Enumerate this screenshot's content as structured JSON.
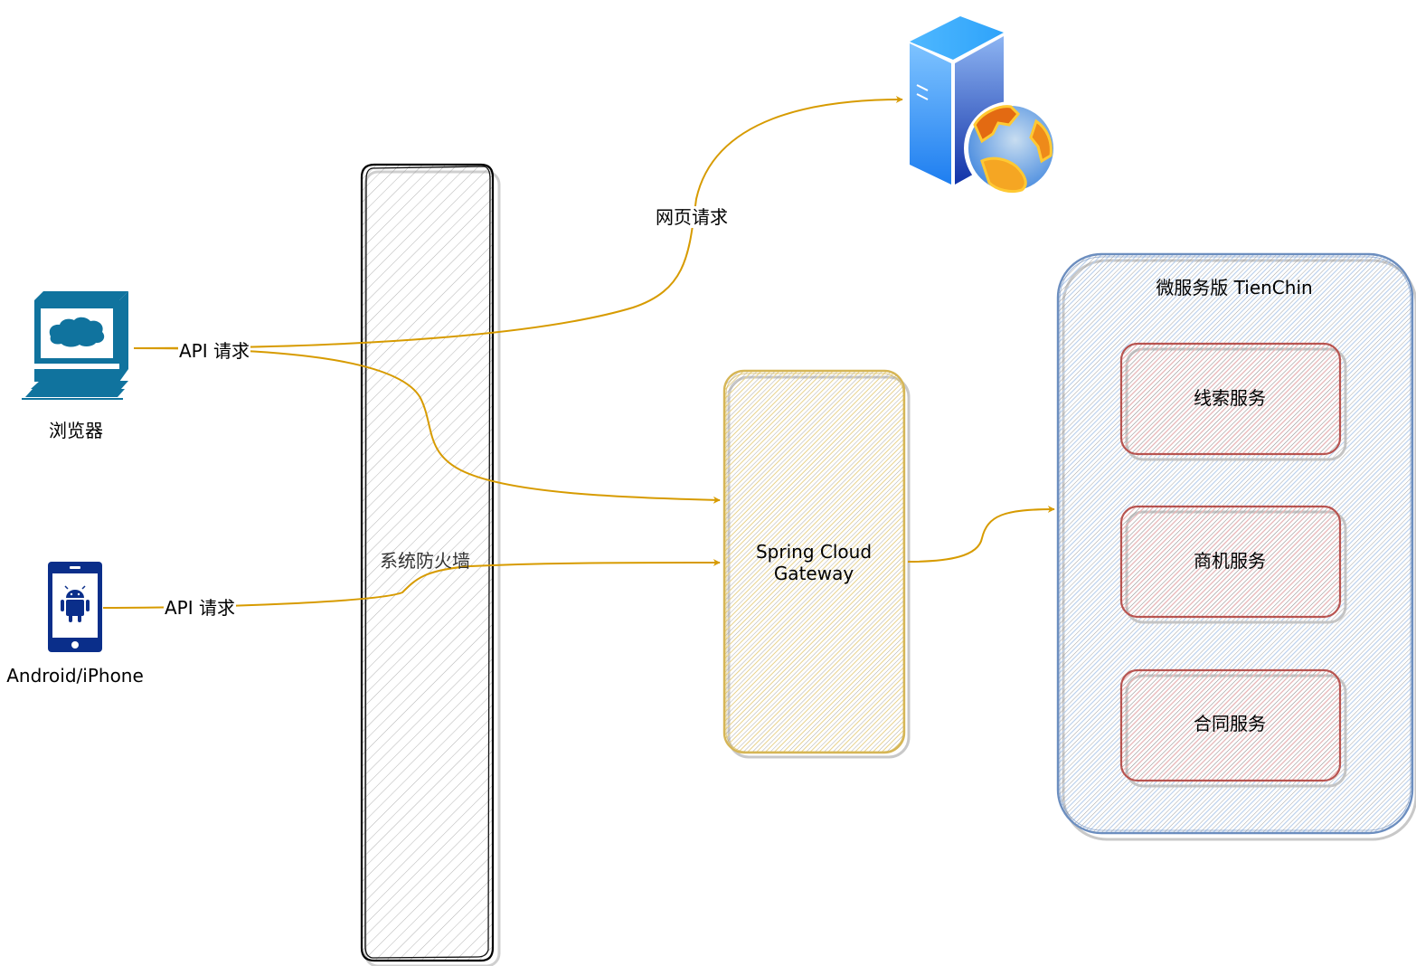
{
  "nodes": {
    "browser": {
      "label": "浏览器",
      "icon": "desktop-computer-icon",
      "color": "#10739E"
    },
    "mobile": {
      "label": "Android/iPhone",
      "icon": "android-phone-icon",
      "color": "#0A2E8A"
    },
    "web_server": {
      "label": "",
      "icon": "web-server-globe-icon"
    },
    "firewall": {
      "label": "系统防火墙",
      "stroke": "#000000",
      "hatch": "#888888"
    },
    "gateway": {
      "label_line1": "Spring Cloud",
      "label_line2": "Gateway",
      "stroke": "#D6B656",
      "hatch": "#E8D28C"
    },
    "microservices": {
      "title": "微服务版 TienChin",
      "stroke": "#6C8EBF",
      "hatch": "#A9C4EB",
      "services": [
        {
          "label": "线索服务"
        },
        {
          "label": "商机服务"
        },
        {
          "label": "合同服务"
        }
      ],
      "service_stroke": "#B85450",
      "service_hatch": "#EA9C98"
    }
  },
  "edges": {
    "color": "#D79B00",
    "browser_api_label": "API 请求",
    "mobile_api_label": "API 请求",
    "web_request_label": "网页请求"
  }
}
